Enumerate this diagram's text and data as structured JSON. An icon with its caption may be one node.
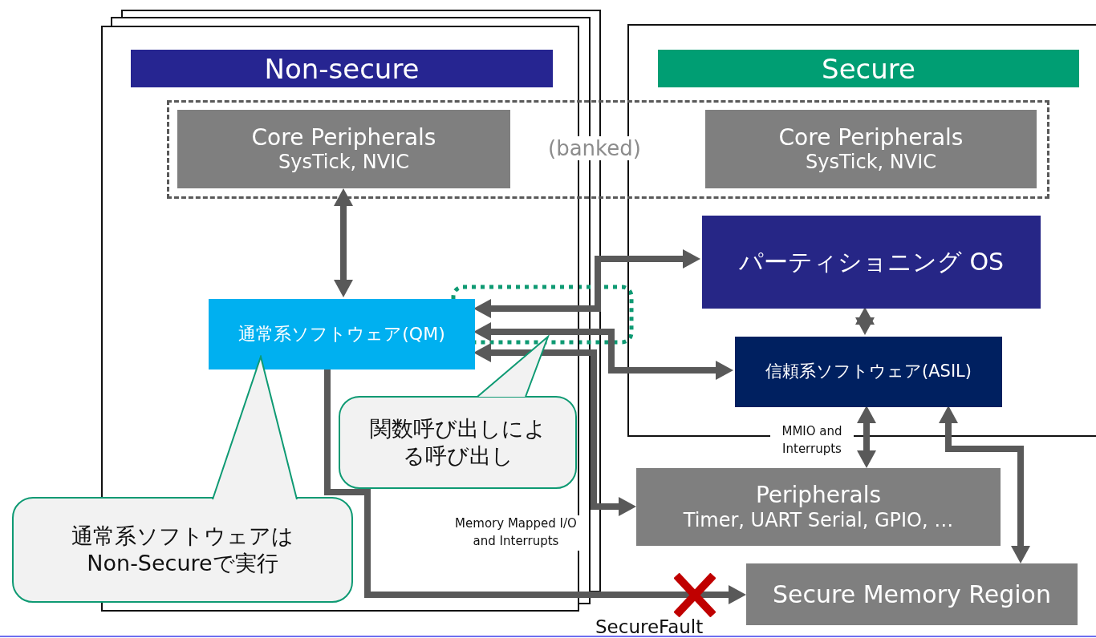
{
  "diagram": {
    "nodes": [
      {
        "text": [
          "Non-secure"
        ]
      },
      {
        "text": [
          "Secure"
        ]
      },
      {
        "text": [
          "(banked)"
        ]
      },
      {
        "text": [
          "Core Peripherals",
          "SysTick, NVIC"
        ]
      },
      {
        "text": [
          "Core Peripherals",
          "SysTick, NVIC"
        ]
      },
      {
        "text": [
          "通常系ソフトウェア(QM)"
        ],
        "in": 0
      },
      {
        "text": [
          "関数呼び出しによる呼び出し"
        ],
        "in": 0
      },
      {
        "text": [
          "通常系ソフトウェアはNon-Secureで実行"
        ]
      },
      {
        "text": [
          "パーティショニング OS"
        ],
        "in": 1
      },
      {
        "text": [
          "信頼系ソフトウェア(ASIL)"
        ],
        "in": 1
      },
      {
        "text": [
          "Peripherals",
          "Timer, UART Serial, GPIO, …"
        ]
      },
      {
        "text": [
          "Secure Memory Region"
        ]
      }
    ],
    "edges": [
      {
        "from": 3,
        "to": 5,
        "arrow": "both"
      },
      {
        "from": 5,
        "to": 8,
        "arrow": "both"
      },
      {
        "from": 5,
        "to": 9,
        "arrow": "both"
      },
      {
        "from": 5,
        "to": 10,
        "arrow": "both",
        "label": "Memory Mapped I/O and Interrupts"
      },
      {
        "from": 8,
        "to": 9,
        "arrow": "both"
      },
      {
        "from": 9,
        "to": 10,
        "arrow": "both",
        "label": "MMIO and Interrupts"
      },
      {
        "from": 9,
        "to": 11,
        "arrow": "both"
      },
      {
        "from": 5,
        "to": 11,
        "arrow": "to"
      }
    ],
    "labels": [
      "SecureFault"
    ]
  }
}
